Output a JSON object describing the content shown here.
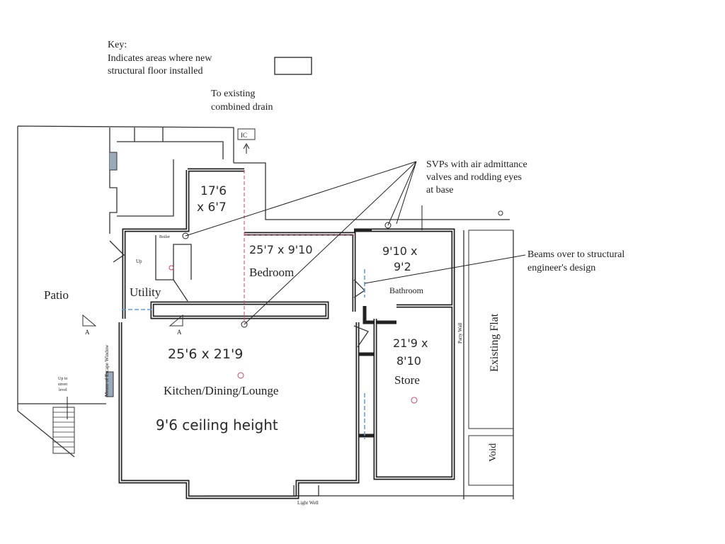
{
  "key": {
    "title": "Key:",
    "line1": "Indicates areas where new",
    "line2": "structural floor installed"
  },
  "drain": {
    "line1": "To existing",
    "line2": "combined drain",
    "ic_label": "IC"
  },
  "svp_note": {
    "line1": "SVPs with air admittance",
    "line2": "valves and rodding eyes",
    "line3": "at base"
  },
  "beams_note": {
    "line1": "Beams over to structural",
    "line2": "engineer's design"
  },
  "rooms": {
    "patio": "Patio",
    "utility": "Utility",
    "bedroom": "Bedroom",
    "bathroom": "Bathroom",
    "kitchen": "Kitchen/Dining/Lounge",
    "store": "Store",
    "existing_flat": "Existing Flat",
    "void": "Void"
  },
  "small_labels": {
    "up": "Up",
    "boiler": "Boiler",
    "up_to_street": [
      "Up to",
      "street",
      "level"
    ],
    "escape_window": "Means of Escape Window",
    "party_wall": "Party Wall",
    "light_well": "Light Well",
    "section_a": "A"
  },
  "handwritten": {
    "room1_line1": "17'6",
    "room1_line2": "x 6'7",
    "bedroom_dims": "25'7 x 9'10",
    "bathroom_line1": "9'10 x",
    "bathroom_line2": "9'2",
    "kitchen_dims": "25'6 x 21'9",
    "ceiling": "9'6 ceiling height",
    "store_line1": "21'9 x",
    "store_line2": "8'10"
  },
  "colors": {
    "ink": "#222222",
    "annotation_red": "#d04060",
    "pipe_blue": "#5b9bd5"
  }
}
